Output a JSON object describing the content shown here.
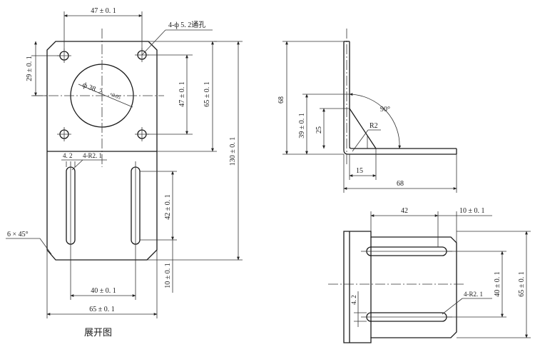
{
  "flat": {
    "caption": "展开图",
    "dim_top_width": "47 ± 0. 1",
    "holes_note": "4-ф 5. 2通孔",
    "dim_left_29": "29 ± 0. 1",
    "dim_bore": "ф 38. 2",
    "dim_bore_tol": "+0.05",
    "dim_47_v": "47 ± 0. 1",
    "dim_65_v": "65 ± 0. 1",
    "dim_130": "130 ± 0. 1",
    "dim_42_v": "42 ± 0. 1",
    "dim_10_v": "10 ± 0. 1",
    "dim_40_h": "40 ± 0. 1",
    "dim_65_h": "65 ± 0. 1",
    "slot_width": "4. 2",
    "slot_radius": "4-R2. 1",
    "chamfer": "6 × 45°"
  },
  "side": {
    "dim_68_v": "68",
    "dim_39": "39 ± 0. 1",
    "dim_25": "25",
    "angle": "90°",
    "radius": "R2",
    "dim_15": "15",
    "dim_68_h": "68"
  },
  "top": {
    "dim_42": "42",
    "dim_10": "10 ± 0. 1",
    "dim_40": "40 ± 0. 1",
    "dim_65": "65 ± 0. 1",
    "slot_width": "4. 2",
    "slot_radius": "4-R2. 1"
  }
}
